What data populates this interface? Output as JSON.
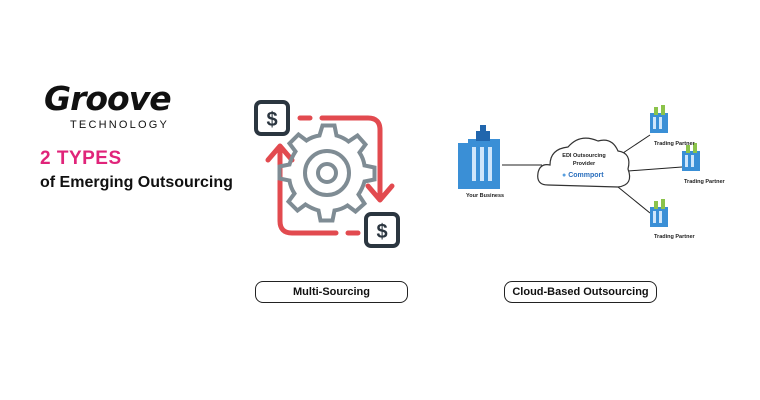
{
  "brand": {
    "name": "Groove",
    "tagline": "TECHNOLOGY"
  },
  "heading": {
    "line1": "2 TYPES",
    "line2": "of Emerging Outsourcing"
  },
  "multi": {
    "label": "Multi-Sourcing",
    "coin_symbol": "$",
    "colors": {
      "arrow": "#e24a4f",
      "gear": "#7f8c94",
      "coin": "#2b3640"
    }
  },
  "cloud": {
    "label": "Cloud-Based Outsourcing",
    "provider_line1": "EDI Outsourcing",
    "provider_line2": "Provider",
    "provider_brand": "Commport",
    "your_business": "Your Business",
    "partners": [
      "Trading Partner",
      "Trading Partner",
      "Trading Partner"
    ],
    "colors": {
      "building": "#3a8fd6",
      "building_dark": "#2166ad",
      "roof": "#8bc34a"
    }
  }
}
